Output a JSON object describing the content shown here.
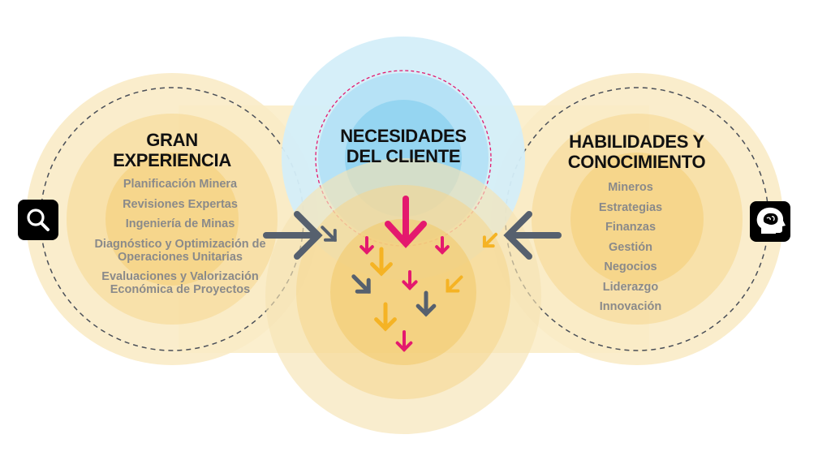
{
  "left": {
    "title": "GRAN\nEXPERIENCIA",
    "items": [
      "Planificación Minera",
      "Revisiones Expertas",
      "Ingeniería de Minas",
      "Diagnóstico y Optimización de\nOperaciones Unitarias",
      "Evaluaciones y Valorización\nEconómica de Proyectos"
    ],
    "icon": "search-icon"
  },
  "center": {
    "title": "NECESIDADES\nDEL CLIENTE"
  },
  "right": {
    "title": "HABILIDADES Y\nCONOCIMIENTO",
    "items": [
      "Mineros",
      "Estrategias",
      "Finanzas",
      "Gestión",
      "Negocios",
      "Liderazgo",
      "Innovación"
    ],
    "icon": "head-brain-icon"
  },
  "colors": {
    "circle_yellow": "#f6c04a",
    "circle_blue": "#6cc6ec",
    "arrow_dark": "#56606e",
    "arrow_pink": "#e4196e",
    "arrow_yellow": "#f5b324",
    "title_text": "#111111",
    "item_text": "#8a8a8a"
  }
}
